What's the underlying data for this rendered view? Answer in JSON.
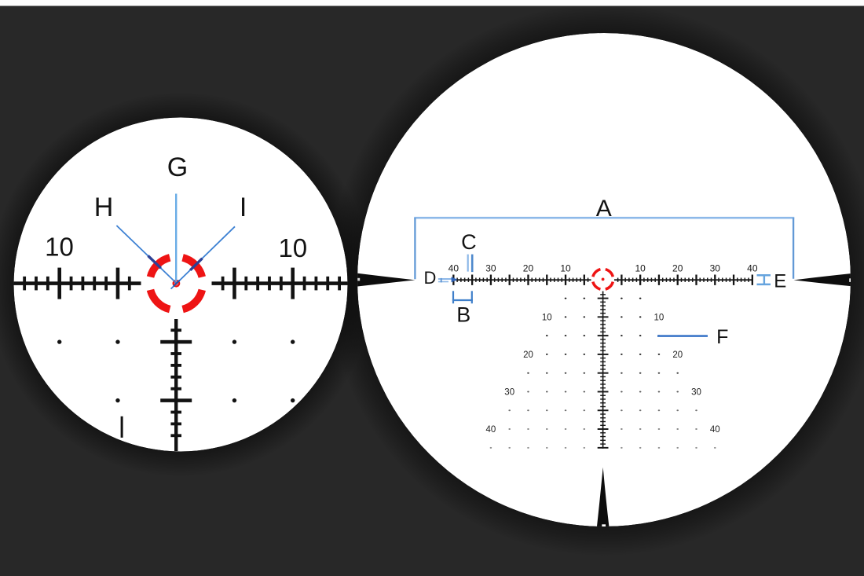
{
  "diagram": {
    "background_color": "#282828",
    "reticle_red": "#ee1414",
    "pointer_blue": "#3d81d3",
    "bracket_blue": "#8db9e9",
    "magnified_view": {
      "label_g": "G",
      "label_h": "H",
      "label_i": "I",
      "scale_label_left": "10",
      "scale_label_right": "10"
    },
    "full_view": {
      "label_a": "A",
      "label_b": "B",
      "label_c": "C",
      "label_d": "D",
      "label_e": "E",
      "label_f": "F",
      "h_scale_labels": [
        "10",
        "20",
        "30",
        "40"
      ],
      "tree_row_labels": [
        "10",
        "20",
        "30",
        "40"
      ]
    }
  }
}
